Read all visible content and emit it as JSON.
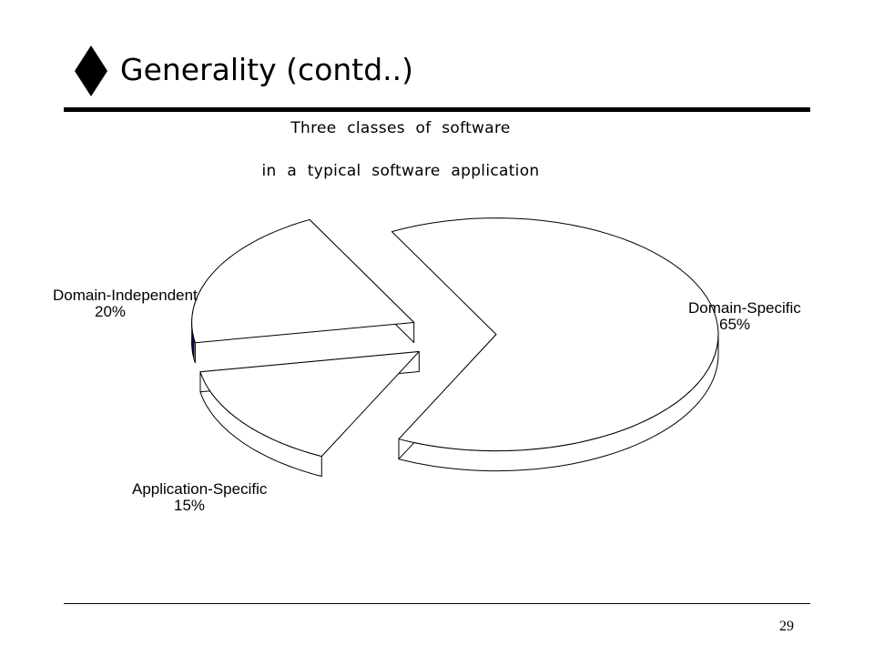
{
  "slide": {
    "title": "Generality (contd..)",
    "page_number": "29"
  },
  "chart_data": {
    "type": "pie",
    "title": "Three classes of software",
    "subtitle": "in a typical software application",
    "exploded": true,
    "three_d": true,
    "slices": [
      {
        "label": "Domain-Specific",
        "value": 65,
        "value_text": "65%",
        "color": "#ffffff"
      },
      {
        "label": "Application-Specific",
        "value": 15,
        "value_text": "15%",
        "color": "#ffffff"
      },
      {
        "label": "Domain-Independent",
        "value": 20,
        "value_text": "20%",
        "color": "#ffffff",
        "side_color": "#0a0a6e"
      }
    ]
  }
}
